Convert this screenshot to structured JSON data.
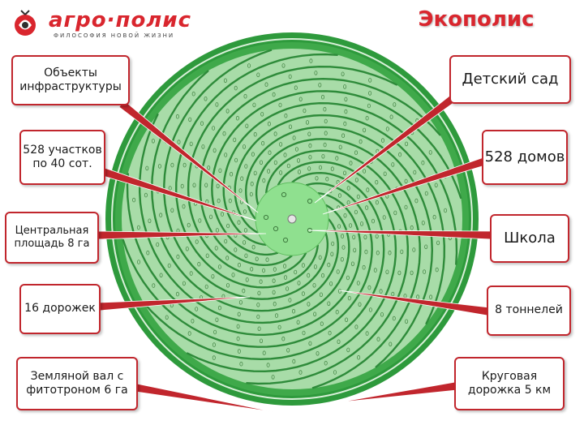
{
  "logo": {
    "name": "агро·полис",
    "tagline": "ФИЛОСОФИЯ НОВОЙ ЖИЗНИ",
    "brand_color": "#d9262e"
  },
  "title": "Экополис",
  "callouts": {
    "infrastructure": "Объекты инфраструктуры",
    "kindergarten": "Детский сад",
    "plots": "528 участков по 40 сот.",
    "houses": "528 домов",
    "central_square": "Центральная площадь 8 га",
    "school": "Школа",
    "paths": "16 дорожек",
    "tunnels": "8 тоннелей",
    "earth_bank": "Земляной вал с фитотроном 6 га",
    "ring_path": "Круговая дорожка 5 км"
  },
  "colors": {
    "accent": "#c1262d",
    "outer_ring": "#2e9a3c",
    "plot_fill": "#a8dca8",
    "center_fill": "#8fe08f",
    "divider": "#2e8b3a"
  }
}
